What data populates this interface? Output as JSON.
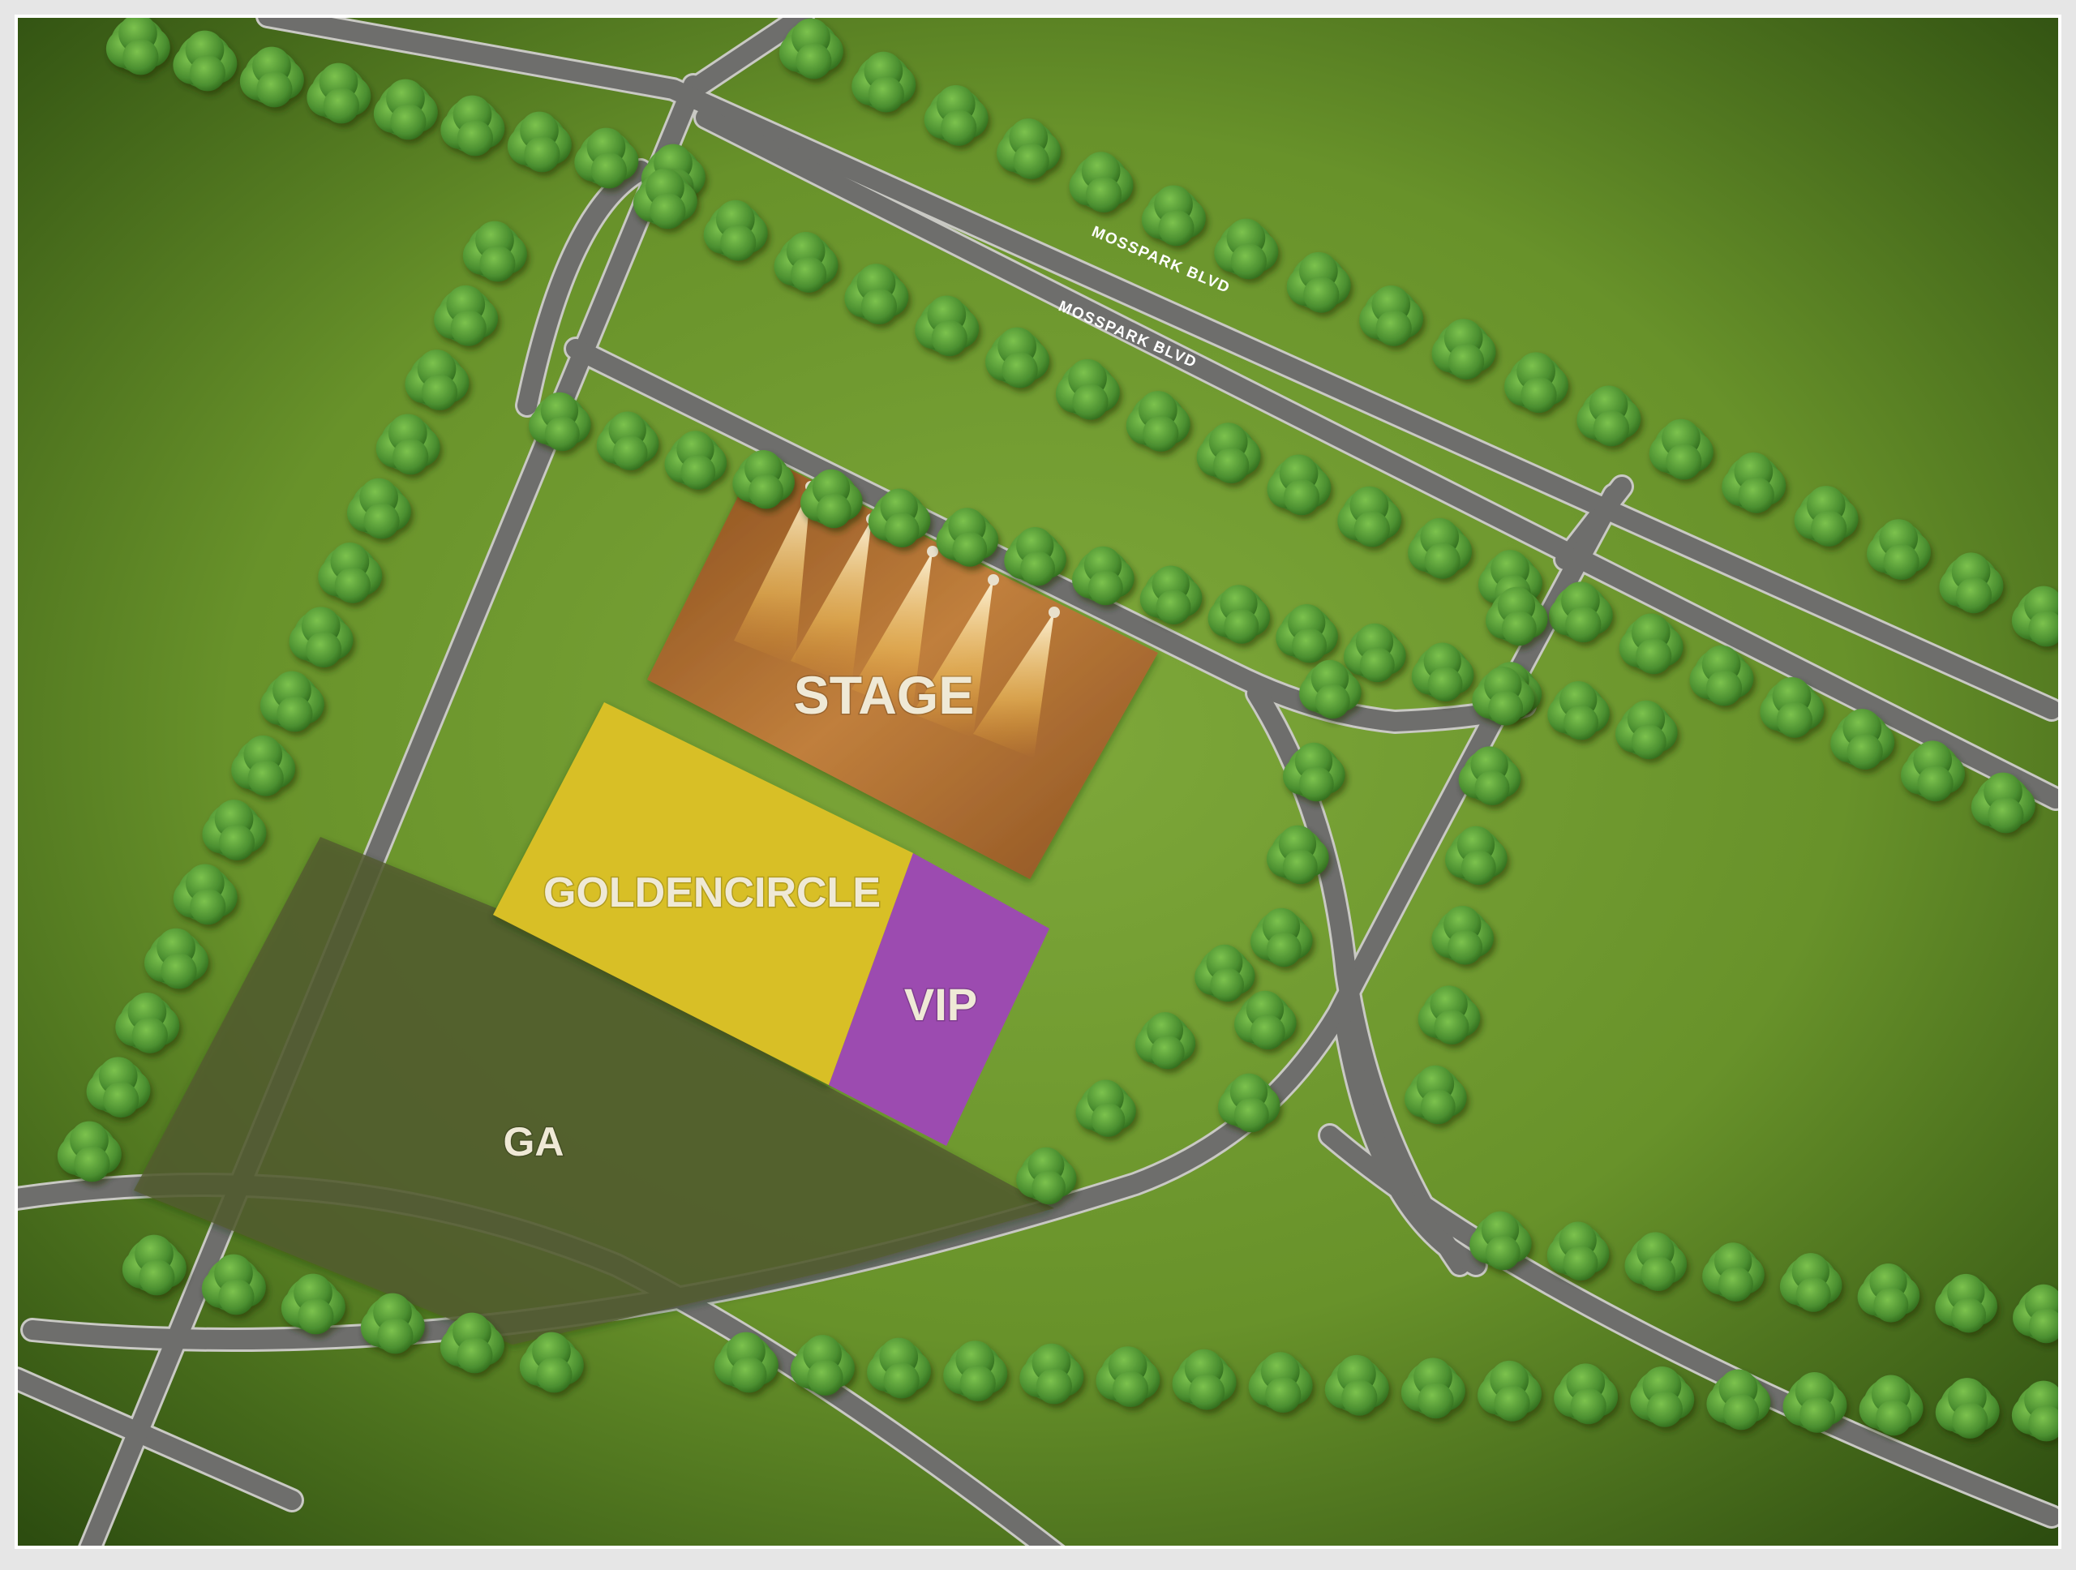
{
  "map": {
    "streets": [
      {
        "name": "MOSSPARK BLVD"
      },
      {
        "name": "MOSSPARK BLVD"
      }
    ],
    "zones": {
      "stage": {
        "label": "STAGE",
        "color": "#b5702f"
      },
      "golden_circle": {
        "label": "GOLDENCIRCLE",
        "color": "#d8bf28"
      },
      "vip": {
        "label": "VIP",
        "color": "#9c4bb0"
      },
      "ga": {
        "label": "GA",
        "color": "#535b30"
      }
    },
    "colors": {
      "grass": "#6f9a2c",
      "grass_edge": "#2f5010",
      "road": "#6e6e6c",
      "road_edge": "#c9c9c4",
      "tree": "#4f9a36",
      "frame": "#e6e6e6"
    }
  }
}
